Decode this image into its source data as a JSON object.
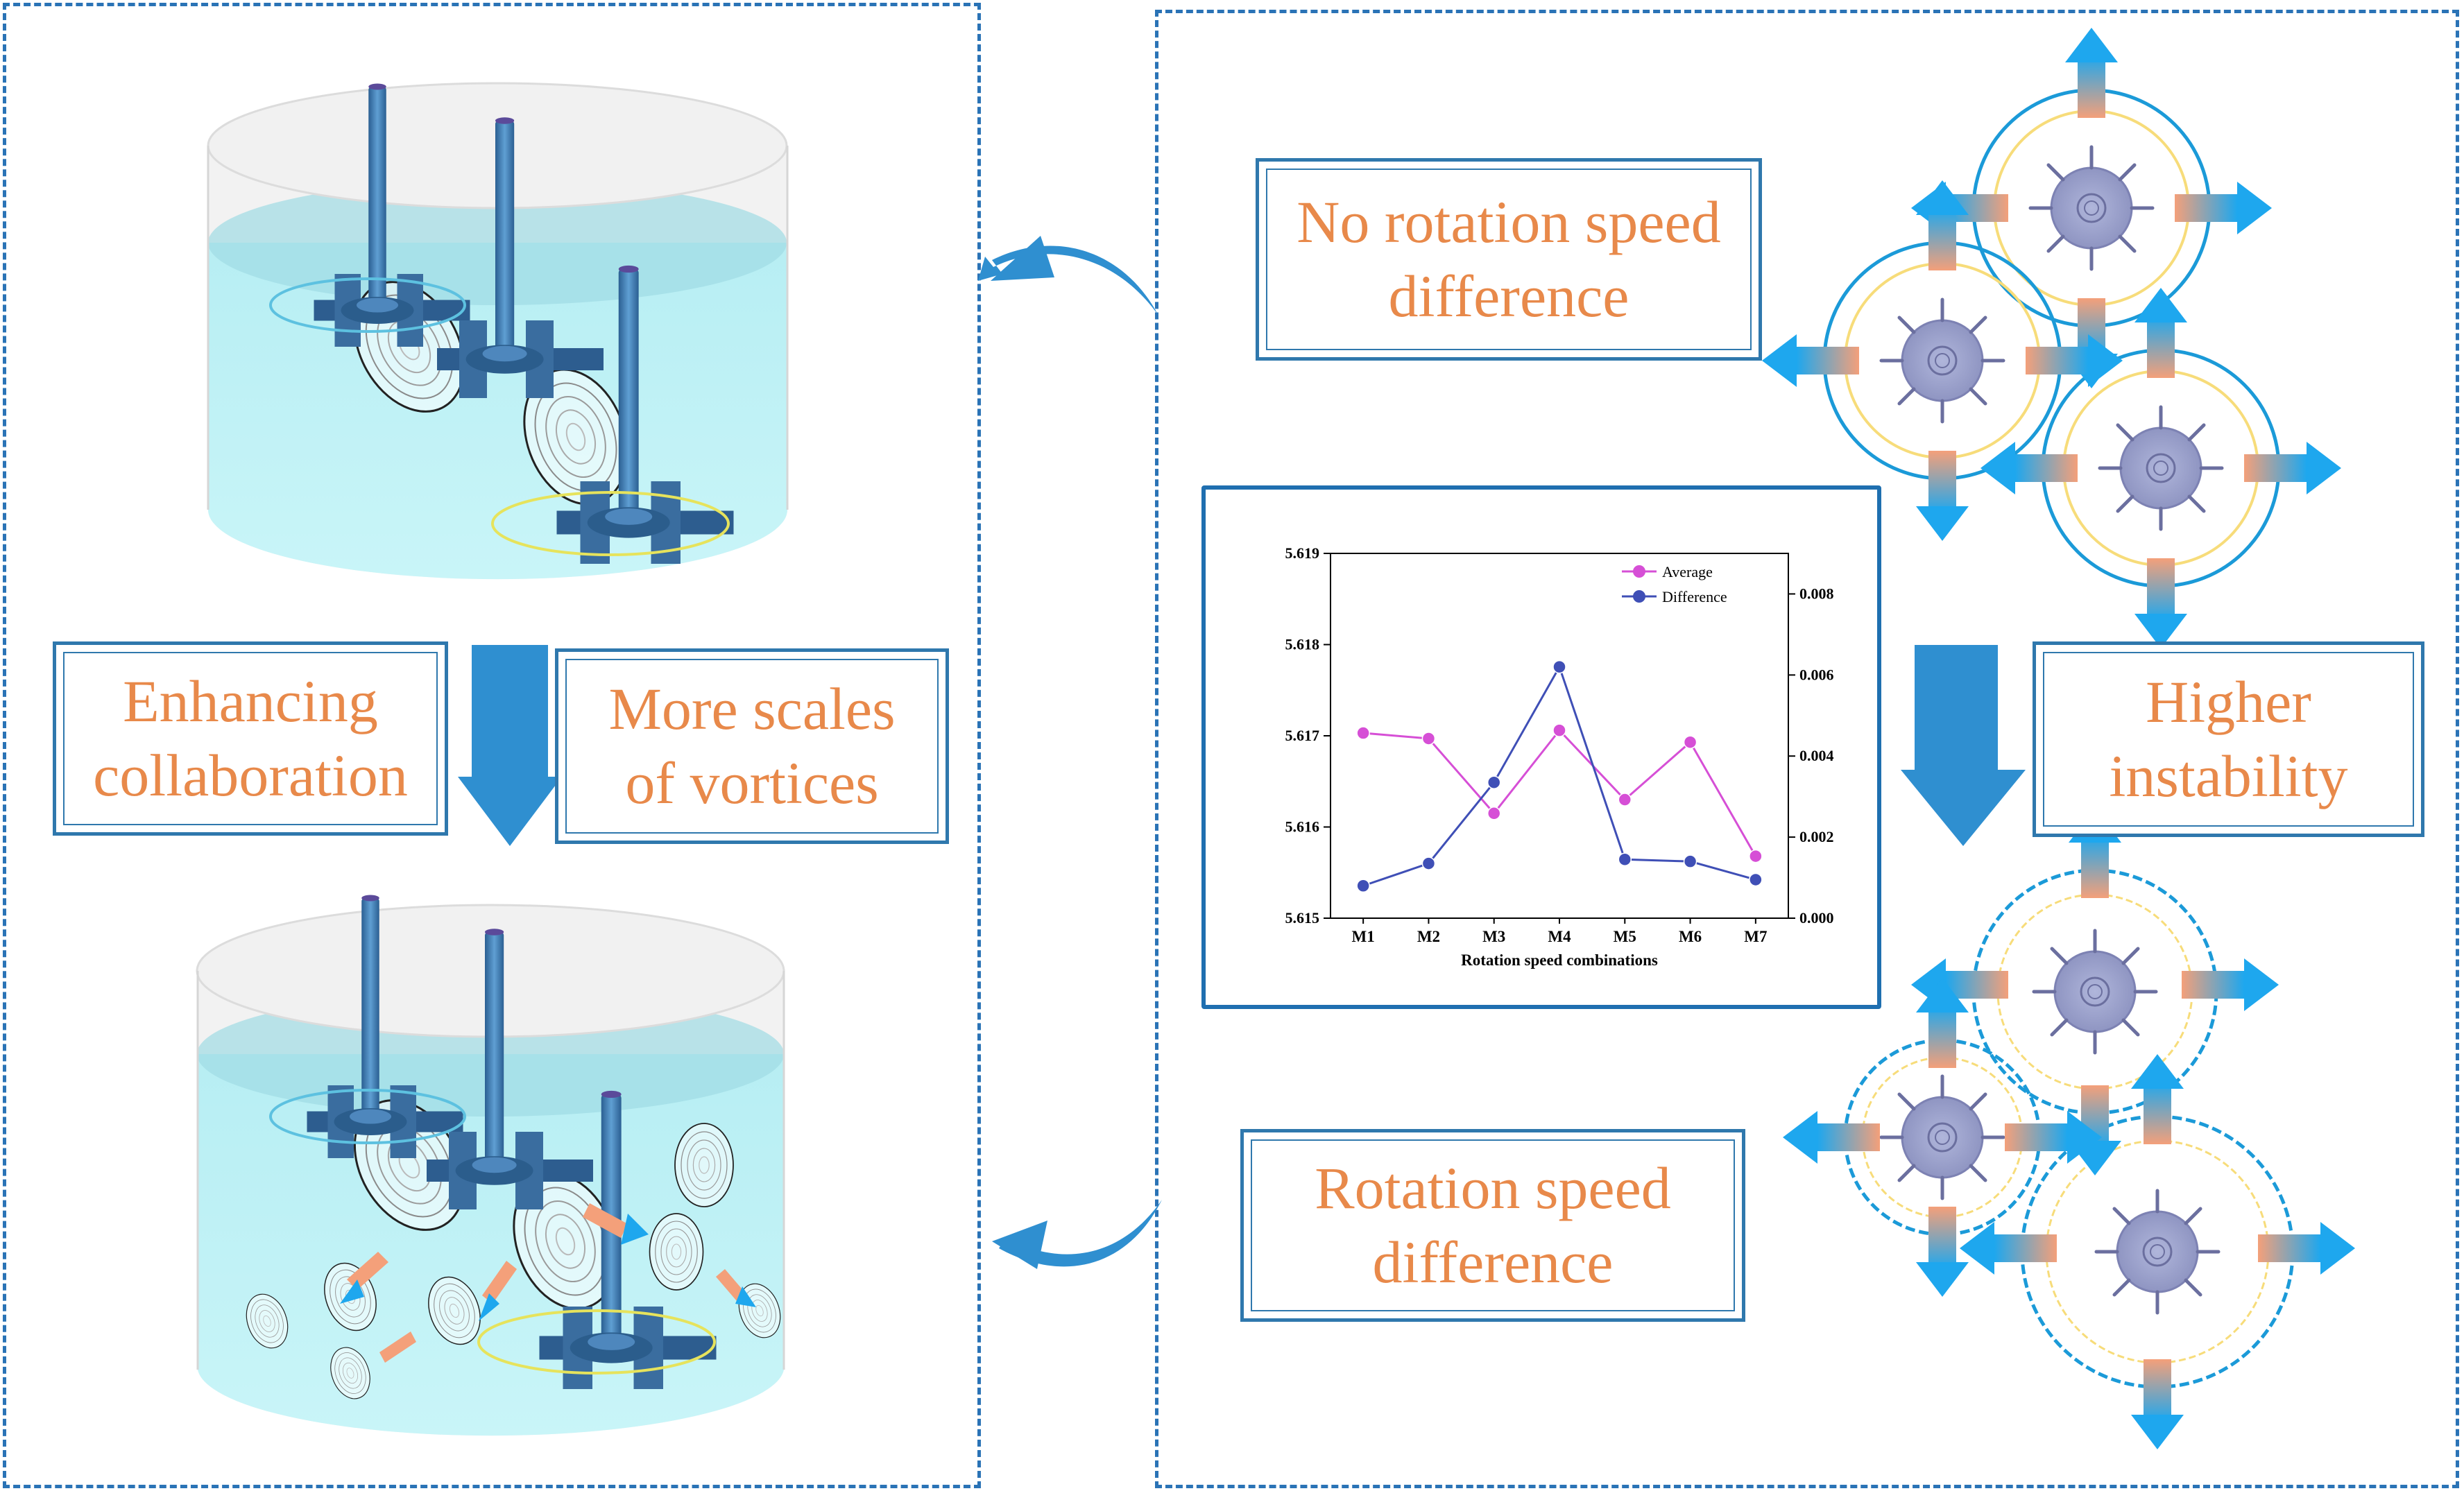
{
  "labels": {
    "no_diff": "No rotation speed\ndifference",
    "speed_diff": "Rotation speed\ndifference",
    "enhancing": "Enhancing\ncollaboration",
    "more_scales": "More scales\nof vortices",
    "higher": "Higher\ninstability"
  },
  "colors": {
    "accent_orange": "#e8894a",
    "frame_blue": "#2a73b6",
    "arrow_blue": "#2f8fd0",
    "magenta": "#d64fd6",
    "navy": "#3f4fb6"
  },
  "chart_data": {
    "type": "line",
    "categories": [
      "M1",
      "M2",
      "M3",
      "M4",
      "M5",
      "M6",
      "M7"
    ],
    "xlabel": "Rotation speed combinations",
    "y_left": {
      "ylim": [
        5.615,
        5.619
      ],
      "ticks": [
        "5.615",
        "5.616",
        "5.617",
        "5.618",
        "5.619"
      ]
    },
    "y_right": {
      "ylim": [
        0.0,
        0.009
      ],
      "ticks": [
        "0.000",
        "0.002",
        "0.004",
        "0.006",
        "0.008"
      ]
    },
    "series": [
      {
        "name": "Average",
        "axis": "left",
        "color": "#d64fd6",
        "values": [
          5.61703,
          5.61697,
          5.61615,
          5.61706,
          5.6163,
          5.61693,
          5.61568
        ]
      },
      {
        "name": "Difference",
        "axis": "right",
        "color": "#3f4fb6",
        "values": [
          0.0008,
          0.00135,
          0.00335,
          0.0062,
          0.00145,
          0.0014,
          0.00095
        ]
      }
    ],
    "legend_position": "top-right"
  }
}
